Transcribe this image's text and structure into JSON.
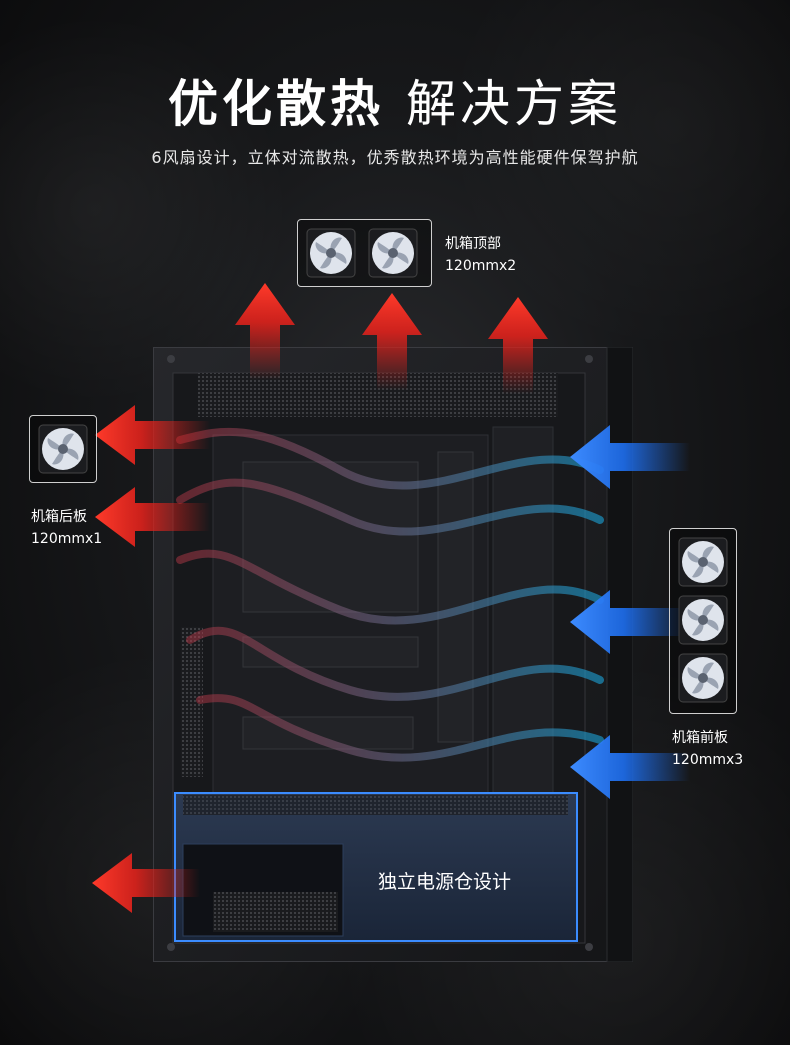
{
  "headline": {
    "part1": "优化散热",
    "part2": "解决方案"
  },
  "subtitle": "6风扇设计，立体对流散热，优秀散热环境为高性能硬件保驾护航",
  "fan_groups": {
    "top": {
      "title": "机箱顶部",
      "spec": "120mmx2"
    },
    "rear": {
      "title": "机箱后板",
      "spec": "120mmx1"
    },
    "front": {
      "title": "机箱前板",
      "spec": "120mmx3"
    }
  },
  "psu_chamber": "独立电源仓设计",
  "colors": {
    "hot": "#e0221c",
    "cool": "#1e6ff0",
    "psu_accent": "#3b8cff",
    "case": "#1c1d20"
  }
}
